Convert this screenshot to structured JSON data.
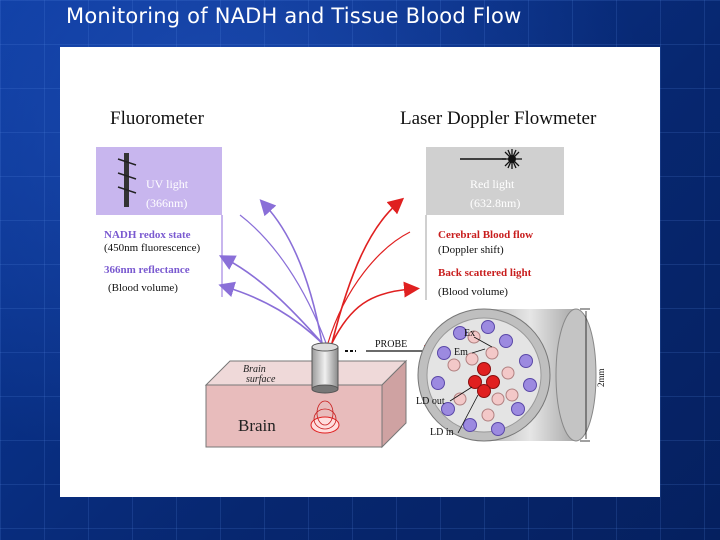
{
  "slide": {
    "title": "Monitoring of NADH and Tissue Blood Flow"
  },
  "figure": {
    "fluorometer": {
      "heading": "Fluorometer",
      "light_line1": "UV light",
      "light_line2": "(366nm)",
      "nadh_line1": "NADH redox state",
      "nadh_line2": "(450nm fluorescence)",
      "refl_line1": "366nm reflectance",
      "refl_line2": "(Blood volume)"
    },
    "ldf": {
      "heading": "Laser Doppler Flowmeter",
      "light_line1": "Red light",
      "light_line2": "(632.8nm)",
      "cbf_line1": "Cerebral Blood flow",
      "cbf_line2": "(Doppler shift)",
      "bsl_line1": "Back scattered light",
      "bsl_line2": "(Blood volume)"
    },
    "brain": {
      "surface_line1": "Brain",
      "surface_line2": "surface",
      "label": "Brain"
    },
    "probe": {
      "label": "PROBE",
      "ex": "Ex",
      "em": "Em",
      "ld_out": "LD out",
      "ld_in": "LD in",
      "diameter": "2mm"
    },
    "colors": {
      "uv_panel": "#c8b6ee",
      "uv_arrow": "#8a6fd8",
      "red_arrow": "#e02020",
      "red_text": "#c81d1d",
      "purple_text": "#7a5ad0",
      "brain_block": "#e8bcbc",
      "probe_face": "#cfcfcf"
    }
  }
}
